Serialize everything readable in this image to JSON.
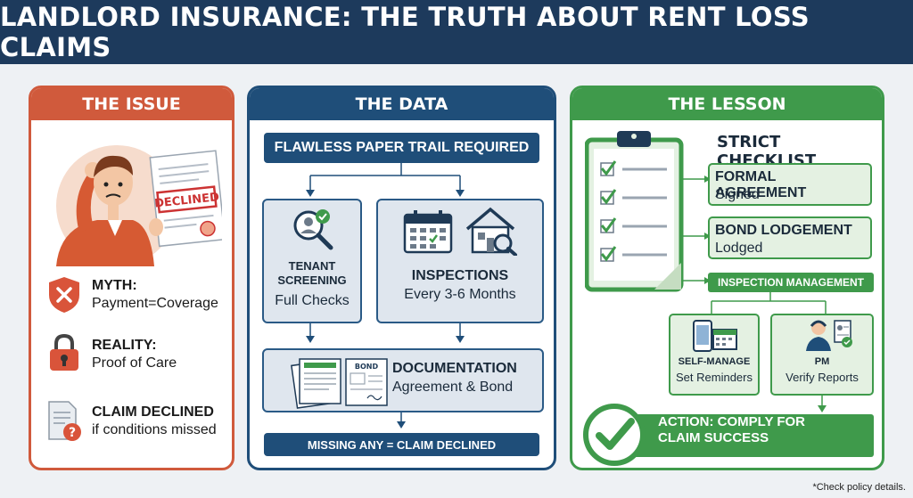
{
  "title": "LANDLORD INSURANCE: THE TRUTH ABOUT RENT LOSS CLAIMS",
  "issue": {
    "header": "THE ISSUE",
    "stamp": "DECLINED",
    "items": [
      {
        "title": "MYTH:",
        "sub": "Payment=Coverage"
      },
      {
        "title": "REALITY:",
        "sub": "Proof of Care"
      },
      {
        "title": "CLAIM DECLINED",
        "sub": "if conditions missed"
      }
    ]
  },
  "data_panel": {
    "header": "THE DATA",
    "top_bar": "FLAWLESS PAPER TRAIL REQUIRED",
    "screening": {
      "title_line1": "TENANT",
      "title_line2": "SCREENING",
      "sub": "Full Checks"
    },
    "inspections": {
      "title": "INSPECTIONS",
      "sub": "Every 3-6 Months"
    },
    "documentation": {
      "title": "DOCUMENTATION",
      "sub": "Agreement & Bond",
      "doc_label": "BOND"
    },
    "bottom_bar": "MISSING ANY = CLAIM DECLINED"
  },
  "lesson": {
    "header": "THE LESSON",
    "checklist_title": "STRICT CHECKLIST",
    "formal": {
      "title": "FORMAL AGREEMENT",
      "sub": "Signed"
    },
    "bond": {
      "title": "BOND LODGEMENT",
      "sub": "Lodged"
    },
    "inspection_bar": "INSPECTION MANAGEMENT",
    "self": {
      "title": "SELF-MANAGE",
      "sub": "Set Reminders"
    },
    "pm": {
      "title": "PM",
      "sub": "Verify Reports"
    },
    "action_line1": "ACTION: COMPLY FOR",
    "action_line2": "CLAIM SUCCESS"
  },
  "footnote": "*Check policy details.",
  "colors": {
    "header_bg": "#1d3a5c",
    "issue": "#d05a3c",
    "data": "#1f4e79",
    "lesson": "#3f9a4b"
  }
}
